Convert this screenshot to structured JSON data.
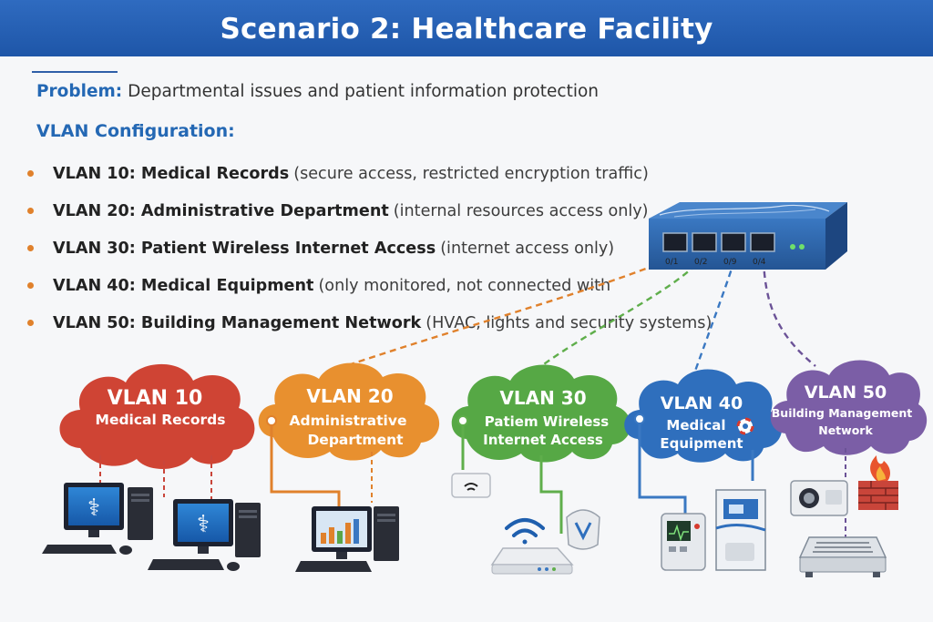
{
  "title": "Scenario 2: Healthcare Facility",
  "problem": {
    "label": "Problem:",
    "text": "Departmental issues and patient information protection"
  },
  "config_heading": "VLAN Configuration:",
  "vlans": [
    {
      "name": "VLAN 10: Medical Records",
      "desc": "(secure access, restricted encryption traffic)"
    },
    {
      "name": "VLAN 20: Administrative Department",
      "desc": "(internal resources access only)"
    },
    {
      "name": "VLAN 30: Patient Wireless Internet Access",
      "desc": "(internet access only)"
    },
    {
      "name": "VLAN 40: Medical Equipment",
      "desc": "(only monitored, not connected with"
    },
    {
      "name": "VLAN 50: Building Management Network",
      "desc": "(HVAC, lights and security systems)"
    }
  ],
  "switch": {
    "ports": [
      "0/1",
      "0/2",
      "0/9",
      "0/4"
    ]
  },
  "clouds": [
    {
      "id": "VLAN 10",
      "line1": "Medical Records",
      "line2": "",
      "color": "#cf4434"
    },
    {
      "id": "VLAN 20",
      "line1": "Administrative",
      "line2": "Department",
      "color": "#e8902f"
    },
    {
      "id": "VLAN 30",
      "line1": "Patiem Wireless",
      "line2": "Internet Access",
      "color": "#56a845"
    },
    {
      "id": "VLAN 40",
      "line1": "Medical",
      "line2": "Equipment",
      "color": "#2f6fbd"
    },
    {
      "id": "VLAN 50",
      "line1": "Building Management",
      "line2": "Network",
      "color": "#7b5ea6"
    }
  ],
  "colors": {
    "banner": "#1e56a8",
    "accent_blue": "#2468b4",
    "bullet": "#e0812c",
    "switch": "#2e5e9e"
  }
}
